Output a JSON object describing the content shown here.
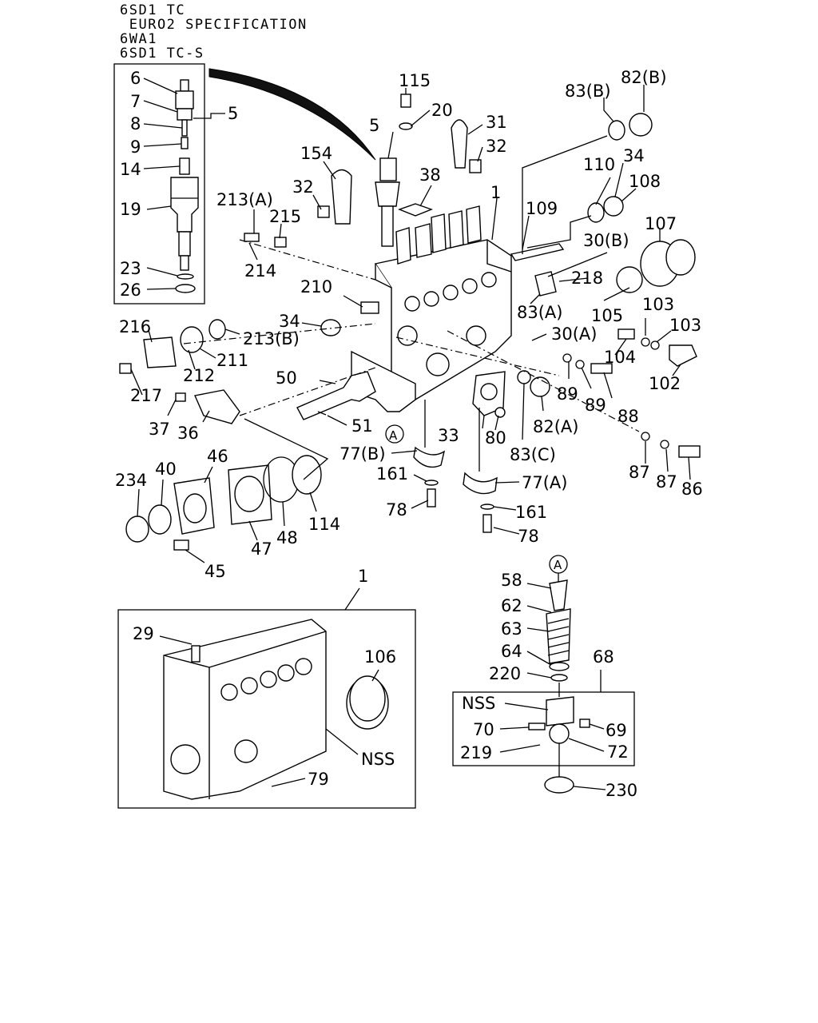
{
  "header": {
    "lines": [
      "6SD1 TC",
      " EURO2 SPECIFICATION",
      "6WA1",
      "6SD1 TC-S"
    ]
  },
  "callouts": {
    "c6": "6",
    "c7": "7",
    "c8": "8",
    "c9": "9",
    "c5a": "5",
    "c14": "14",
    "c19": "19",
    "c23": "23",
    "c26": "26",
    "c115": "115",
    "c20": "20",
    "c5b": "5",
    "c31": "31",
    "c32a": "32",
    "c154": "154",
    "c38": "38",
    "c32b": "32",
    "c1a": "1",
    "c213a": "213(A)",
    "c215": "215",
    "c214": "214",
    "c109": "109",
    "c83b": "83(B)",
    "c82b": "82(B)",
    "c34a": "34",
    "c110": "110",
    "c108": "108",
    "c107": "107",
    "c30b": "30(B)",
    "c218": "218",
    "c210": "210",
    "c83a": "83(A)",
    "c105": "105",
    "c103a": "103",
    "c103b": "103",
    "c216": "216",
    "c34b": "34",
    "c213b": "213(B)",
    "c30a": "30(A)",
    "c104": "104",
    "c211": "211",
    "c212": "212",
    "c102": "102",
    "c217": "217",
    "c50": "50",
    "c89a": "89",
    "c89b": "89",
    "c88": "88",
    "c37": "37",
    "c36": "36",
    "c51": "51",
    "c82a": "82(A)",
    "cA1": "A",
    "c33": "33",
    "c80": "80",
    "c83c": "83(C)",
    "c77b": "77(B)",
    "c87a": "87",
    "c87b": "87",
    "c86": "86",
    "c161a": "161",
    "c77a": "77(A)",
    "c234": "234",
    "c40": "40",
    "c46": "46",
    "c114": "114",
    "c78a": "78",
    "c161b": "161",
    "c48": "48",
    "c47": "47",
    "c78b": "78",
    "c45": "45",
    "c1b": "1",
    "cA2": "A",
    "c58": "58",
    "c62": "62",
    "c63": "63",
    "c64": "64",
    "c68": "68",
    "c220": "220",
    "c29": "29",
    "c106": "106",
    "cNSS1": "NSS",
    "c70": "70",
    "c69": "69",
    "c219": "219",
    "c72": "72",
    "c230": "230",
    "cNSS2": "NSS",
    "c79": "79"
  }
}
